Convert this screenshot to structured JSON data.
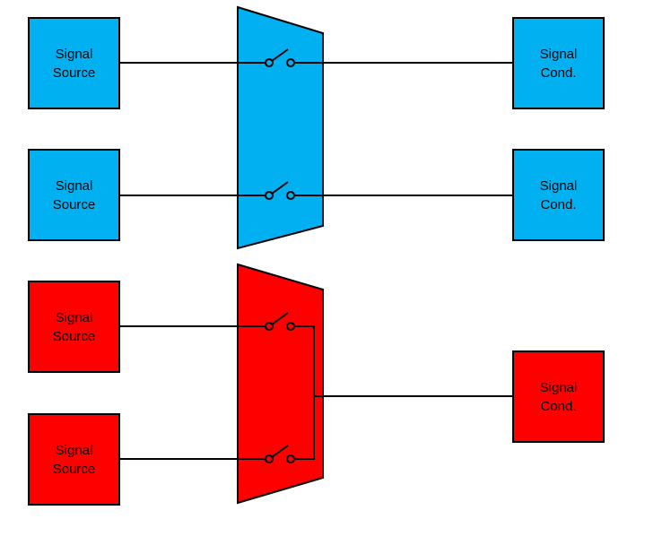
{
  "colors": {
    "blue": "#00B0F0",
    "red": "#FF0000",
    "wire": "#000000",
    "background": "#FFFFFF"
  },
  "blue_path": {
    "source_1_label": "Signal\nSource",
    "source_2_label": "Signal\nSource",
    "cond_1_label": "Signal\nCond.",
    "cond_2_label": "Signal\nCond.",
    "mux": {
      "shape": "trapezoid",
      "switch_1_state": "open",
      "switch_2_state": "open",
      "routing": "one-to-one"
    }
  },
  "red_path": {
    "source_1_label": "Signal\nSource",
    "source_2_label": "Signal\nSource",
    "cond_1_label": "Signal\nCond.",
    "mux": {
      "shape": "trapezoid",
      "switch_1_state": "open",
      "switch_2_state": "open",
      "routing": "multiplexed-to-one"
    }
  }
}
